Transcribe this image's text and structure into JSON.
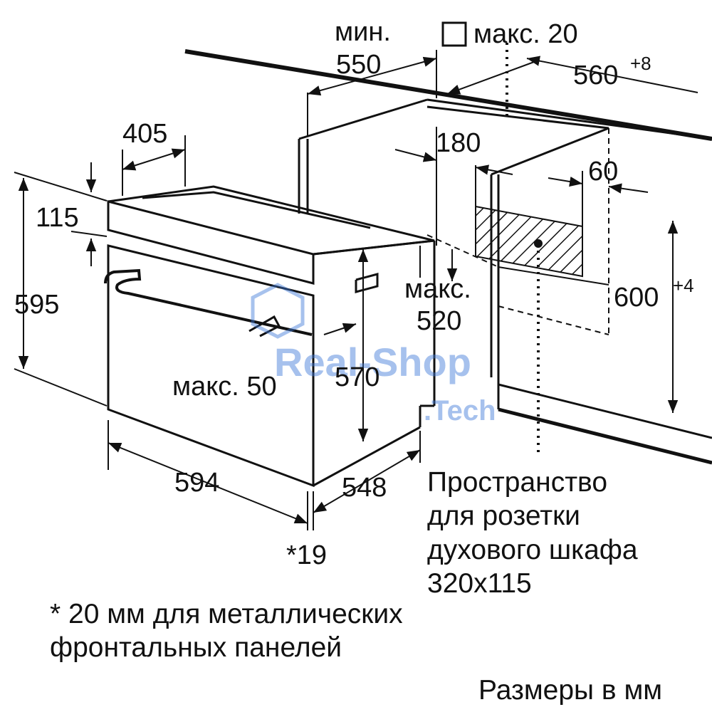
{
  "colors": {
    "line": "#111111",
    "watermark": "#3c78d8",
    "background": "#ffffff"
  },
  "dimensions": {
    "min_label": "мин.",
    "min_value": "550",
    "max_top_label": "макс. 20",
    "niche_width": "560",
    "niche_width_tol": "+8",
    "depth_405": "405",
    "val_180": "180",
    "val_60": "60",
    "val_115": "115",
    "height_595": "595",
    "max_520_label": "макс.",
    "max_520_value": "520",
    "niche_height": "600",
    "niche_height_tol": "+4",
    "max_50": "макс. 50",
    "height_570": "570",
    "width_594": "594",
    "depth_548": "548",
    "note_19": "*19"
  },
  "socket_note": [
    "Пространство",
    "для розетки",
    "духового шкафа",
    "320x115"
  ],
  "footnote": [
    "* 20 мм для металлических",
    "фронтальных панелей"
  ],
  "units_note": "Размеры в мм",
  "watermark": {
    "main": "Real-Shop",
    "sub": ".Tech"
  }
}
